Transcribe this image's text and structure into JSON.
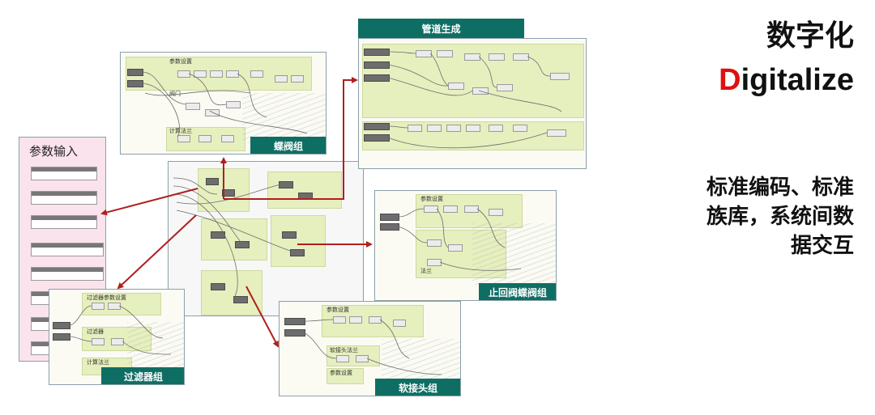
{
  "right_text": {
    "title_cn": "数字化",
    "title_en_first": "D",
    "title_en_rest": "igitalize",
    "desc_line1": "标准编码、标准",
    "desc_line2": "族库，系统间数",
    "desc_line3": "据交互"
  },
  "panels": {
    "input": {
      "title": "参数输入"
    },
    "butterfly": {
      "label": "蝶阀组",
      "group1": "参数设置",
      "group2": "阀门",
      "group3": "计算法兰"
    },
    "pipe": {
      "label": "管道生成"
    },
    "check_valve": {
      "label": "止回阀蝶阀组",
      "group1": "参数设置",
      "group2": "法兰"
    },
    "filter": {
      "label": "过滤器组",
      "group1": "过滤器参数设置",
      "group2": "过滤器",
      "group3": "计算法兰"
    },
    "soft_joint": {
      "label": "软接头组",
      "group1": "参数设置",
      "group2": "软接头法兰",
      "group3": "参数设置"
    }
  },
  "colors": {
    "accent_red": "#e01010",
    "label_teal": "#0f6e64",
    "arrow_red": "#b01f1f",
    "group_green": "#e6efbe",
    "input_pink": "#fbe3ee"
  }
}
